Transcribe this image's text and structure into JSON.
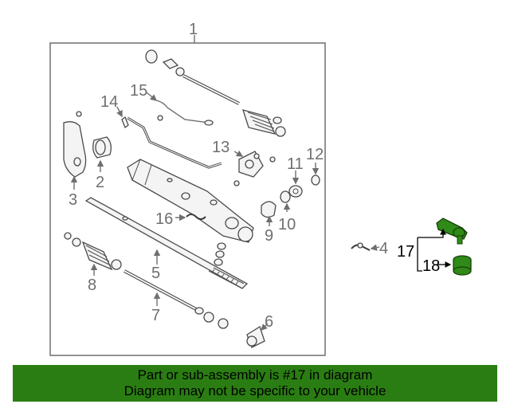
{
  "callouts": {
    "c1": "1",
    "c2": "2",
    "c3": "3",
    "c4": "4",
    "c5": "5",
    "c6": "6",
    "c7": "7",
    "c8": "8",
    "c9": "9",
    "c10": "10",
    "c11": "11",
    "c12": "12",
    "c13": "13",
    "c14": "14",
    "c15": "15",
    "c16": "16",
    "c17": "17",
    "c18": "18"
  },
  "banner": {
    "line1": "Part or sub-assembly is #17 in diagram",
    "line2": "Diagram may not be specific to your vehicle"
  },
  "colors": {
    "banner_bg": "#2a7d12",
    "highlight_part": "#2f8a17"
  }
}
